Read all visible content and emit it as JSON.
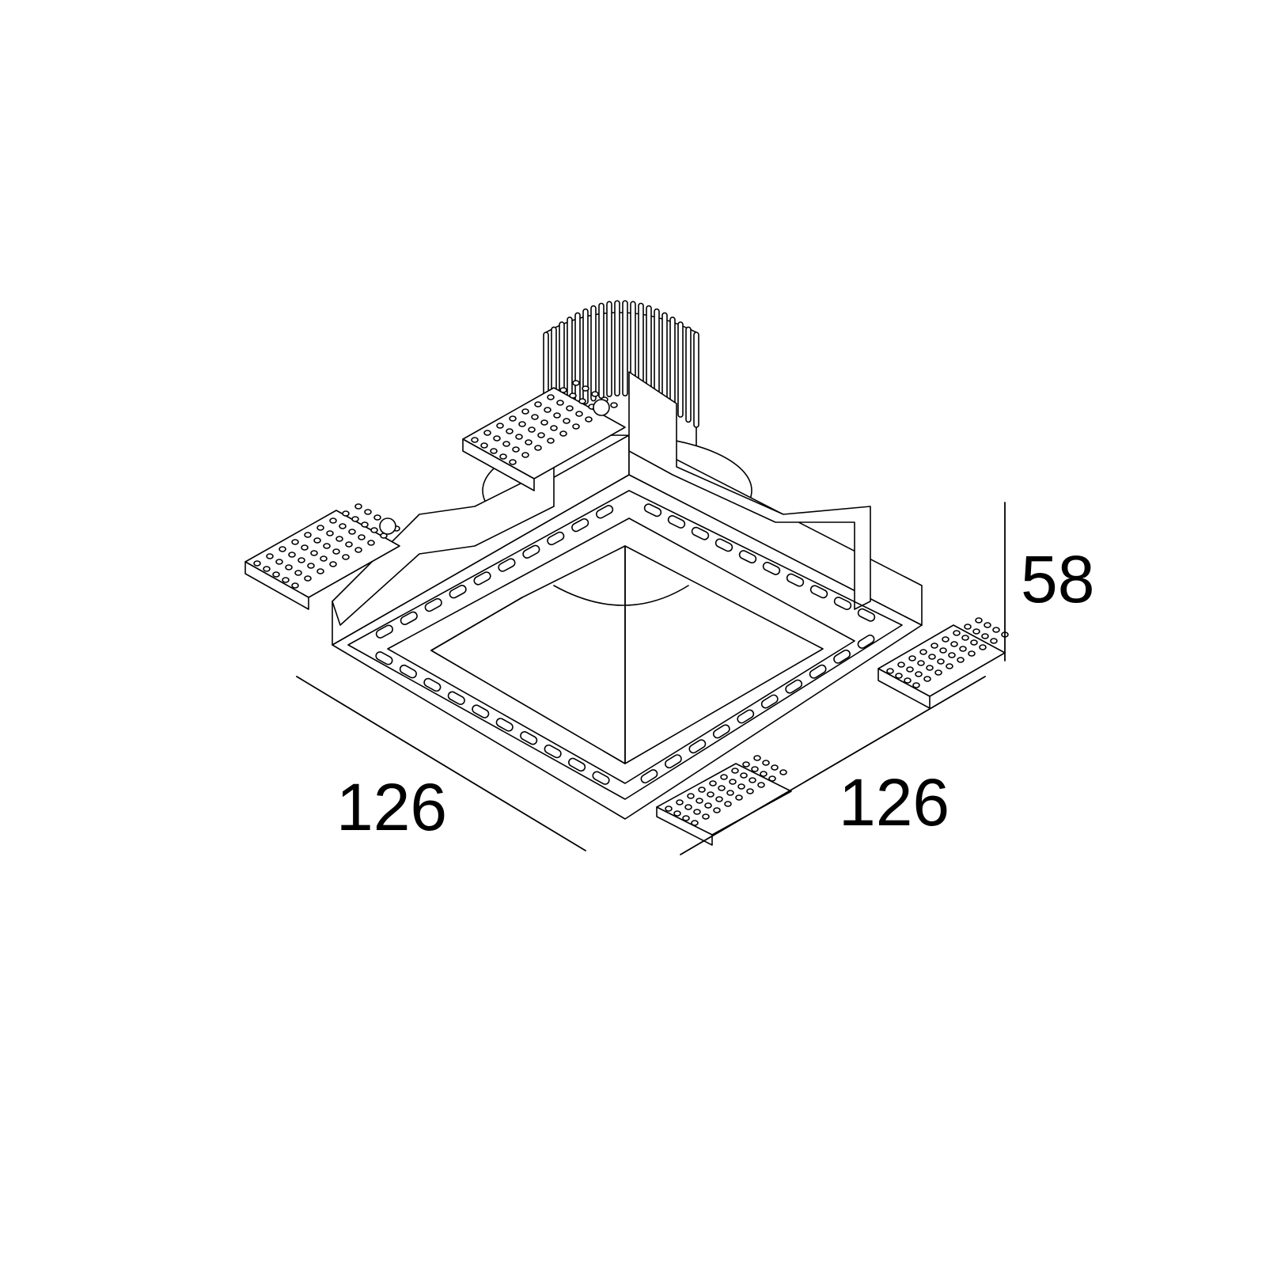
{
  "dimensions": {
    "width_left": "126",
    "width_right": "126",
    "height": "58"
  },
  "colors": {
    "line": "#000000",
    "background": "#ffffff"
  }
}
